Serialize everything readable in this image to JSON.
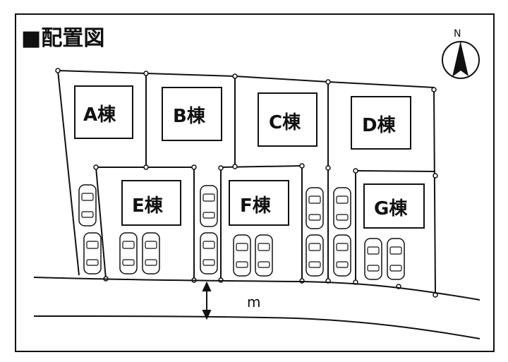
{
  "title": "■配置図",
  "compass": {
    "label": "N",
    "icon": "north-arrow-icon"
  },
  "lots": [
    {
      "id": "A",
      "label": "A棟"
    },
    {
      "id": "B",
      "label": "B棟"
    },
    {
      "id": "C",
      "label": "C棟"
    },
    {
      "id": "D",
      "label": "D棟"
    },
    {
      "id": "E",
      "label": "E棟"
    },
    {
      "id": "F",
      "label": "F棟"
    },
    {
      "id": "G",
      "label": "G棟"
    }
  ],
  "road": {
    "width_label": "m"
  },
  "colors": {
    "line": "#111111",
    "background": "#ffffff"
  }
}
